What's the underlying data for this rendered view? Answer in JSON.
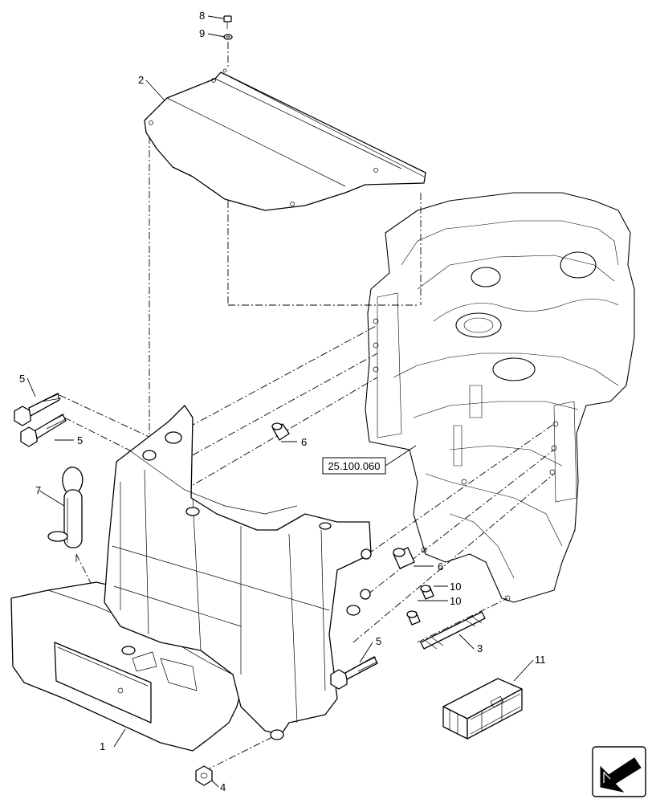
{
  "callouts": [
    {
      "id": "c8",
      "text": "8"
    },
    {
      "id": "c9",
      "text": "9"
    },
    {
      "id": "c2",
      "text": "2"
    },
    {
      "id": "c5a",
      "text": "5"
    },
    {
      "id": "c5b",
      "text": "5"
    },
    {
      "id": "c6a",
      "text": "6"
    },
    {
      "id": "c7",
      "text": "7"
    },
    {
      "id": "c6b",
      "text": "6"
    },
    {
      "id": "c10a",
      "text": "10"
    },
    {
      "id": "c10b",
      "text": "10"
    },
    {
      "id": "c5c",
      "text": "5"
    },
    {
      "id": "c3",
      "text": "3"
    },
    {
      "id": "c11",
      "text": "11"
    },
    {
      "id": "c1",
      "text": "1"
    },
    {
      "id": "c4",
      "text": "4"
    }
  ],
  "reference_box": "25.100.060",
  "nav_icon": "direction-arrow-icon"
}
